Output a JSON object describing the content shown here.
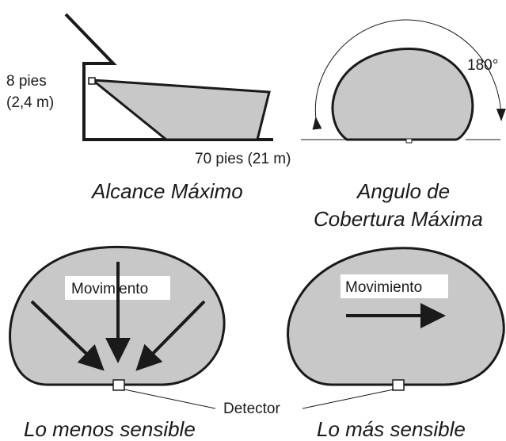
{
  "range_panel": {
    "height_label_1": "8 pies",
    "height_label_2": "(2,4 m)",
    "distance_label": "70 pies (21 m)",
    "caption": "Alcance Máximo"
  },
  "angle_panel": {
    "angle_label": "180°",
    "caption_line_1": "Angulo de",
    "caption_line_2": "Cobertura Máxima"
  },
  "least_sensitive_panel": {
    "motion_label": "Movimiento",
    "caption": "Lo menos sensible"
  },
  "most_sensitive_panel": {
    "motion_label": "Movimiento",
    "caption": "Lo más sensible"
  },
  "detector_label": "Detector",
  "colors": {
    "zone_fill": "#c8c8c8",
    "outline": "#1a1a1a",
    "background": "#ffffff"
  }
}
